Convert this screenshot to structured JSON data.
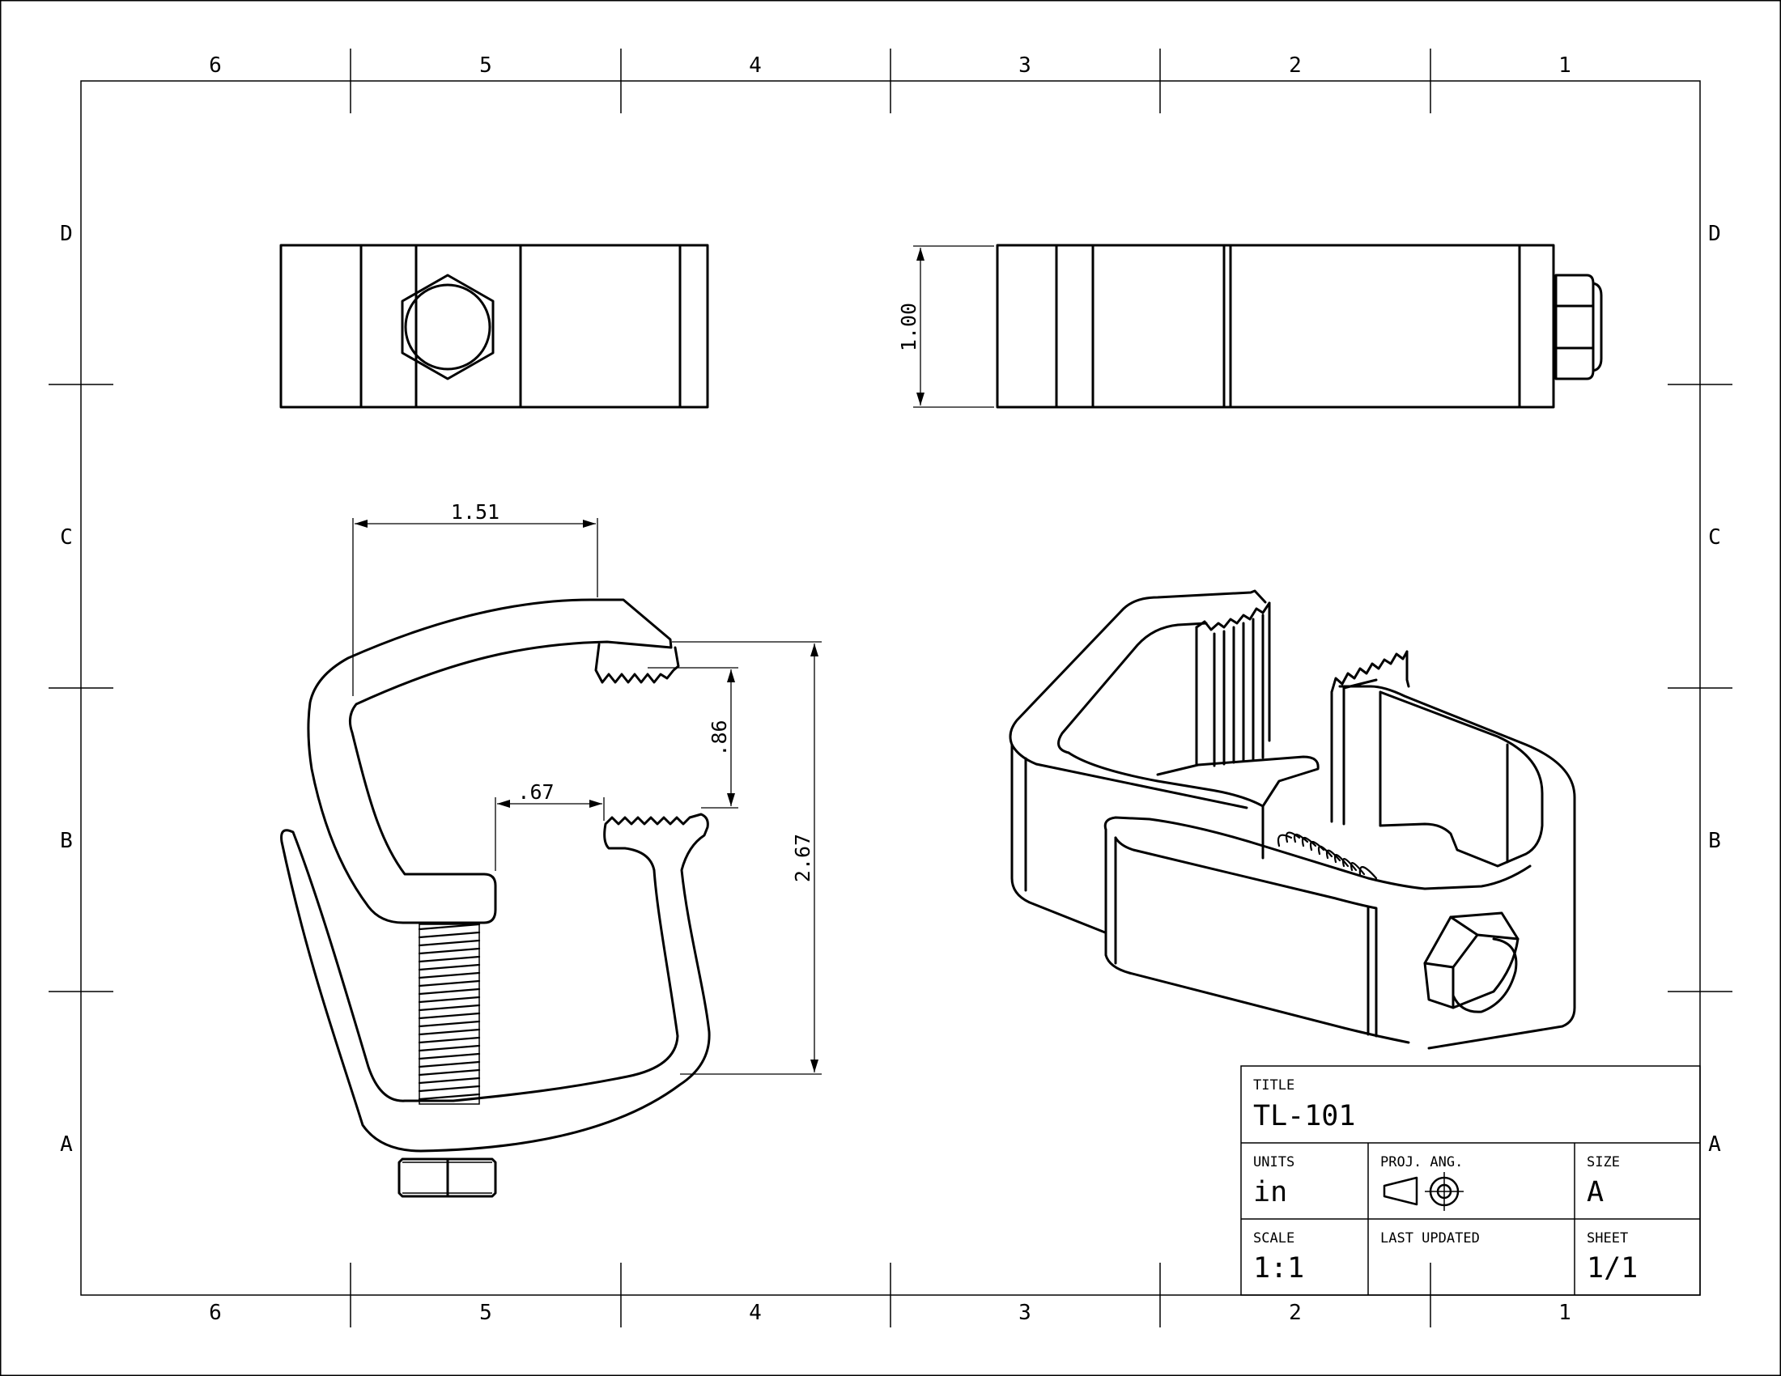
{
  "zones": {
    "columns": [
      "6",
      "5",
      "4",
      "3",
      "2",
      "1"
    ],
    "rows": [
      "D",
      "C",
      "B",
      "A"
    ]
  },
  "dimensions": {
    "height": "1.00",
    "width": "1.51",
    "offset": ".67",
    "gap": ".86",
    "overall": "2.67"
  },
  "title_block": {
    "title_label": "TITLE",
    "title_value": "TL-101",
    "units_label": "UNITS",
    "units_value": "in",
    "proj_label": "PROJ. ANG.",
    "size_label": "SIZE",
    "size_value": "A",
    "scale_label": "SCALE",
    "scale_value": "1:1",
    "updated_label": "LAST UPDATED",
    "updated_value": "",
    "sheet_label": "SHEET",
    "sheet_value": "1/1"
  }
}
